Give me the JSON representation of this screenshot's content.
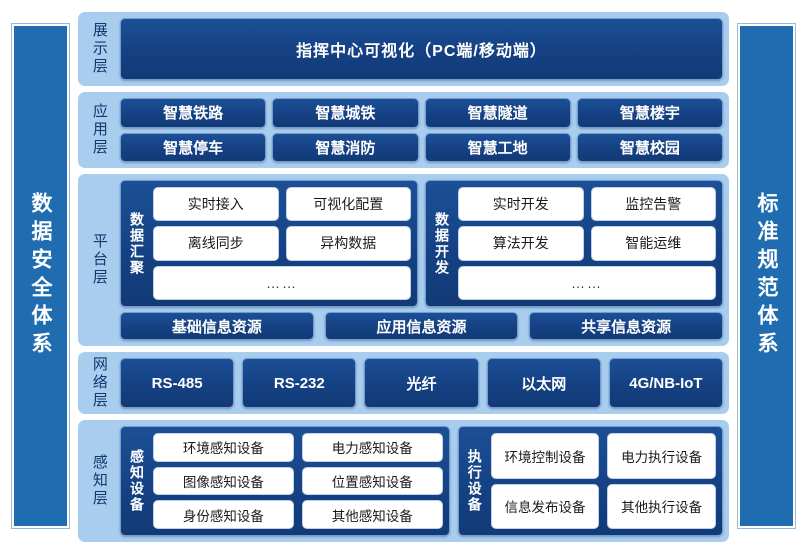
{
  "pillars": {
    "left": {
      "label": "数据安全体系"
    },
    "right": {
      "label": "标准规范体系"
    }
  },
  "colors": {
    "canvas_background": "#ffffff",
    "outer_background": "#4e6246",
    "pillar_blue": "#1f6cb0",
    "layer_background": "#a9cdef",
    "chip_navy": "#154183",
    "chip_white": "#ffffff",
    "label_text": "#11386f"
  },
  "layers": [
    {
      "id": "presentation",
      "label": "展示层",
      "banner": "指挥中心可视化（PC端/移动端）"
    },
    {
      "id": "application",
      "label": "应用层",
      "rows": [
        [
          "智慧铁路",
          "智慧城铁",
          "智慧隧道",
          "智慧楼宇"
        ],
        [
          "智慧停车",
          "智慧消防",
          "智慧工地",
          "智慧校园"
        ]
      ]
    },
    {
      "id": "platform",
      "label": "平台层",
      "modules": [
        {
          "title": "数据汇聚",
          "rows": [
            [
              "实时接入",
              "可视化配置"
            ],
            [
              "离线同步",
              "异构数据"
            ]
          ],
          "ellipsis": "……"
        },
        {
          "title": "数据开发",
          "rows": [
            [
              "实时开发",
              "监控告警"
            ],
            [
              "算法开发",
              "智能运维"
            ]
          ],
          "ellipsis": "……"
        }
      ],
      "resources": [
        "基础信息资源",
        "应用信息资源",
        "共享信息资源"
      ]
    },
    {
      "id": "network",
      "label": "网络层",
      "items": [
        "RS-485",
        "RS-232",
        "光纤",
        "以太网",
        "4G/NB-IoT"
      ]
    },
    {
      "id": "sensing",
      "label": "感知层",
      "modules": [
        {
          "title": "感知设备",
          "rows": [
            [
              "环境感知设备",
              "电力感知设备"
            ],
            [
              "图像感知设备",
              "位置感知设备"
            ],
            [
              "身份感知设备",
              "其他感知设备"
            ]
          ]
        },
        {
          "title": "执行设备",
          "rows": [
            [
              "环境控制设备",
              "电力执行设备"
            ],
            [
              "信息发布设备",
              "其他执行设备"
            ]
          ]
        }
      ]
    }
  ]
}
